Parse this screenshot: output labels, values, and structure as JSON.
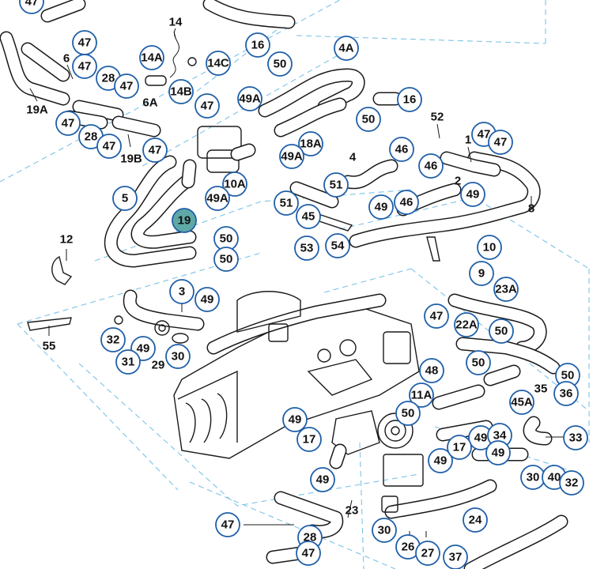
{
  "diagram": {
    "callouts": [
      "47",
      "47",
      "6",
      "47",
      "28",
      "47",
      "14A",
      "14C",
      "14",
      "16",
      "50",
      "4A",
      "14B",
      "19A",
      "6A",
      "47",
      "49A",
      "50",
      "16",
      "47",
      "28",
      "47",
      "19B",
      "47",
      "52",
      "47",
      "47",
      "1",
      "18A",
      "49A",
      "46",
      "4",
      "46",
      "2",
      "5",
      "10A",
      "49A",
      "49",
      "51",
      "46",
      "49",
      "8",
      "19",
      "50",
      "45",
      "51",
      "53",
      "54",
      "50",
      "12",
      "10",
      "9",
      "3",
      "23A",
      "49",
      "55",
      "32",
      "47",
      "49",
      "22A",
      "50",
      "31",
      "29",
      "30",
      "48",
      "50",
      "50",
      "35",
      "36",
      "11A",
      "45A",
      "49",
      "50",
      "17",
      "49",
      "34",
      "33",
      "49",
      "17",
      "49",
      "30",
      "40",
      "32",
      "49",
      "23",
      "24",
      "47",
      "28",
      "30",
      "26",
      "27",
      "47",
      "37"
    ],
    "highlight_callout": "19"
  }
}
